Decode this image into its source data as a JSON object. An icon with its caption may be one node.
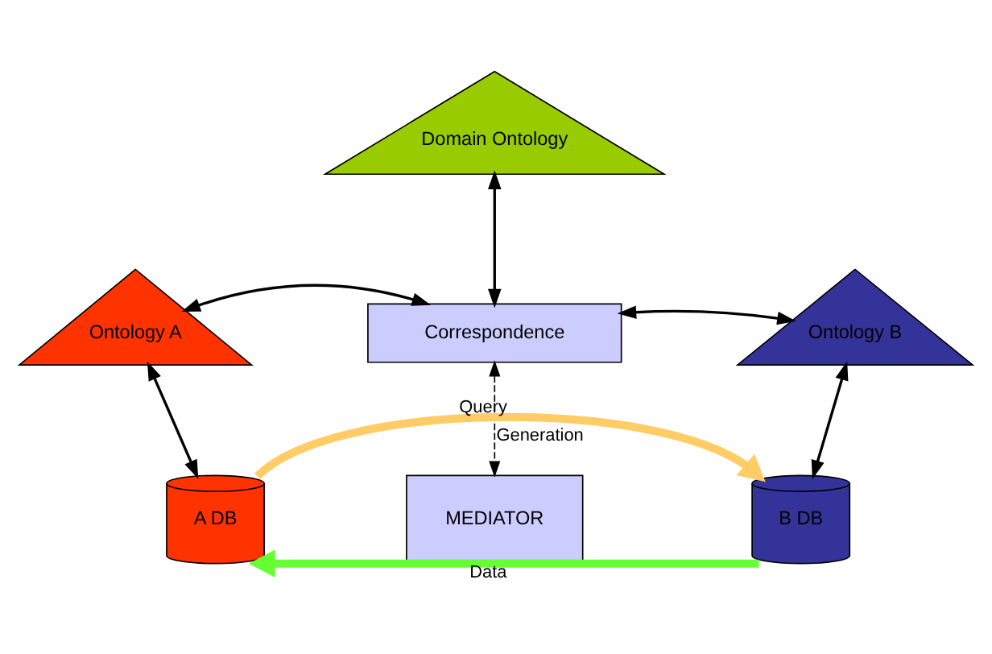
{
  "diagram": {
    "nodes": [
      {
        "text": [
          "Domain Ontology"
        ]
      },
      {
        "text": [
          "Ontology A"
        ]
      },
      {
        "text": [
          "Correspondence"
        ]
      },
      {
        "text": [
          "Ontology B"
        ]
      },
      {
        "text": [
          "A DB"
        ]
      },
      {
        "text": [
          "MEDIATOR"
        ]
      },
      {
        "text": [
          "B DB"
        ]
      }
    ],
    "edges": [
      {
        "from": 0,
        "to": 2,
        "arrow": "both"
      },
      {
        "from": 1,
        "to": 2,
        "arrow": "both"
      },
      {
        "from": 2,
        "to": 3,
        "arrow": "both"
      },
      {
        "from": 1,
        "to": 4,
        "arrow": "both"
      },
      {
        "from": 3,
        "to": 6,
        "arrow": "both"
      },
      {
        "from": 2,
        "to": 5,
        "arrow": "both",
        "style": "dashed",
        "label": "Generation"
      },
      {
        "from": 4,
        "to": 6,
        "arrow": "to",
        "style": "thick",
        "color": "#ffcc66",
        "label": "Query"
      },
      {
        "from": 6,
        "to": 4,
        "arrow": "to",
        "style": "thick",
        "color": "#66ff33",
        "label": "Data"
      }
    ]
  }
}
